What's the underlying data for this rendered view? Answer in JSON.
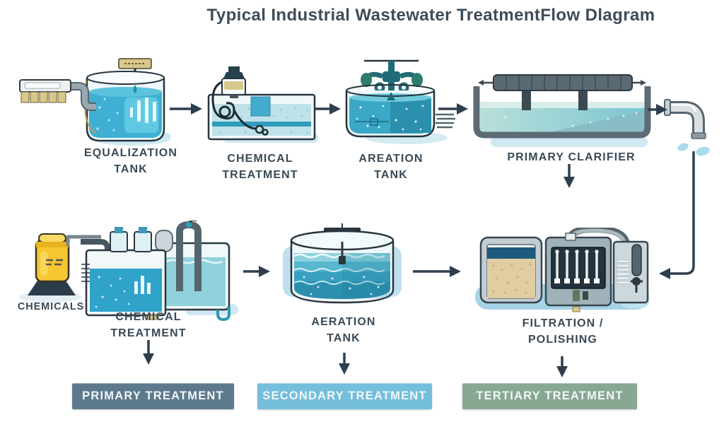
{
  "title": "Typical Industrial Wastewater TreatmentFlow Dlagram",
  "nodes": {
    "equalization_tank": {
      "line1": "EQUALIZATION",
      "line2": "TANK"
    },
    "chemical_treatment_top": {
      "line1": "CHEMICAL",
      "line2": "TREATMENT"
    },
    "aeration_tank_top": {
      "line1": "AREATION",
      "line2": "TANK"
    },
    "primary_clarifier": {
      "line1": "PRIMARY CLARIFIER"
    },
    "chemicals_supply": {
      "label": "CHEMICALS"
    },
    "chemical_treatment_bottom": {
      "line1": "CHEMICAL",
      "line2": "TREATMENT"
    },
    "aeration_tank_bottom": {
      "line1": "AERATION",
      "line2": "TANK"
    },
    "filtration_polishing": {
      "line1": "FILTRATION /",
      "line2": "POLISHING"
    }
  },
  "stages": [
    {
      "label": "PRIMARY TREATMENT",
      "color": "#5d7a8c"
    },
    {
      "label": "SECONDARY TREATMENT",
      "color": "#74bedb"
    },
    {
      "label": "TERTIARY TREATMENT",
      "color": "#87a891"
    }
  ],
  "colors": {
    "arrow": "#2d3f4e",
    "label_text": "#3a4a55",
    "badge_text": "#f3f7f8",
    "water_blue": "#3fb0d4",
    "water_teal": "#2f9cbd"
  }
}
